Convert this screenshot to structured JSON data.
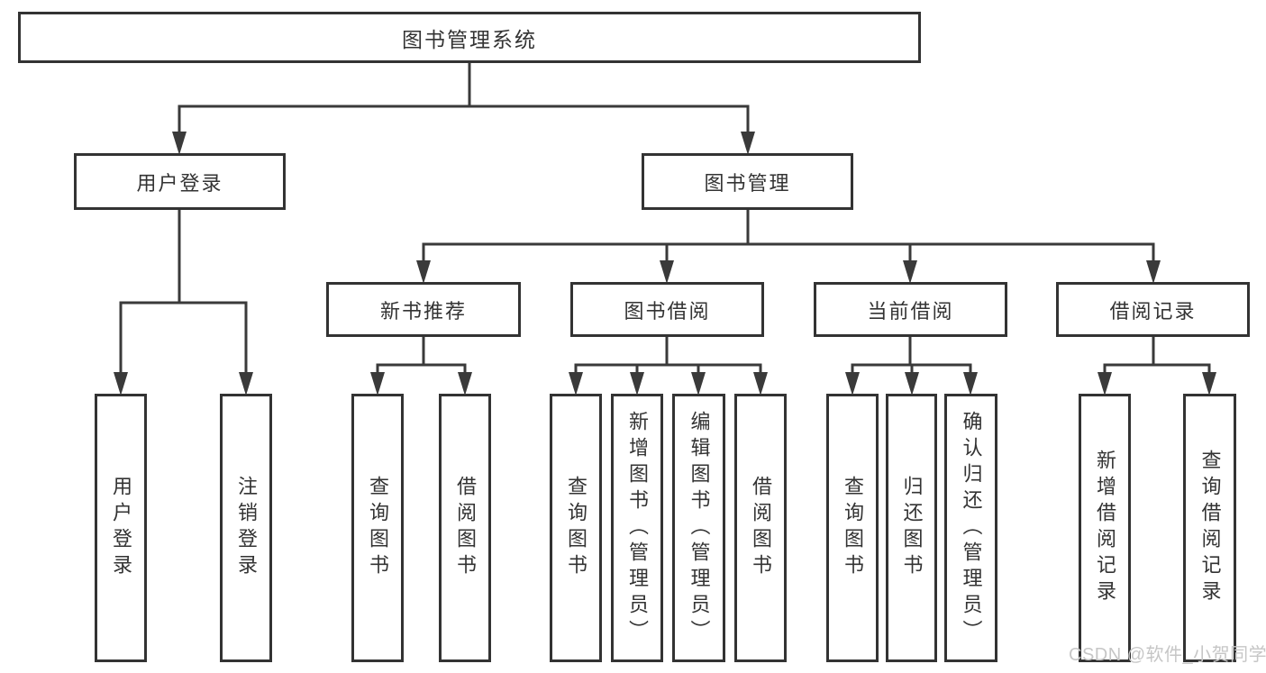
{
  "diagram_type": "hierarchy-tree",
  "tree": {
    "root": "图书管理系统",
    "branches": [
      {
        "label": "用户登录",
        "children": [
          {
            "label": "用户登录"
          },
          {
            "label": "注销登录"
          }
        ]
      },
      {
        "label": "图书管理",
        "children": [
          {
            "label": "新书推荐",
            "children": [
              {
                "label": "查询图书"
              },
              {
                "label": "借阅图书"
              }
            ]
          },
          {
            "label": "图书借阅",
            "children": [
              {
                "label": "查询图书"
              },
              {
                "label": "新增图书（管理员）"
              },
              {
                "label": "编辑图书（管理员）"
              },
              {
                "label": "借阅图书"
              }
            ]
          },
          {
            "label": "当前借阅",
            "children": [
              {
                "label": "查询图书"
              },
              {
                "label": "归还图书"
              },
              {
                "label": "确认归还（管理员）"
              }
            ]
          },
          {
            "label": "借阅记录",
            "children": [
              {
                "label": "新增借阅记录"
              },
              {
                "label": "查询借阅记录"
              }
            ]
          }
        ]
      }
    ]
  },
  "watermark": {
    "text": "CSDN @软件_小贺同学"
  },
  "style": {
    "box_border_color": "#333333",
    "connector_color": "#3a3a3a",
    "text_color": "#333333",
    "watermark_color": "#c6c6c6",
    "background_color": "#ffffff",
    "arrowhead": "solid-triangle-down"
  }
}
